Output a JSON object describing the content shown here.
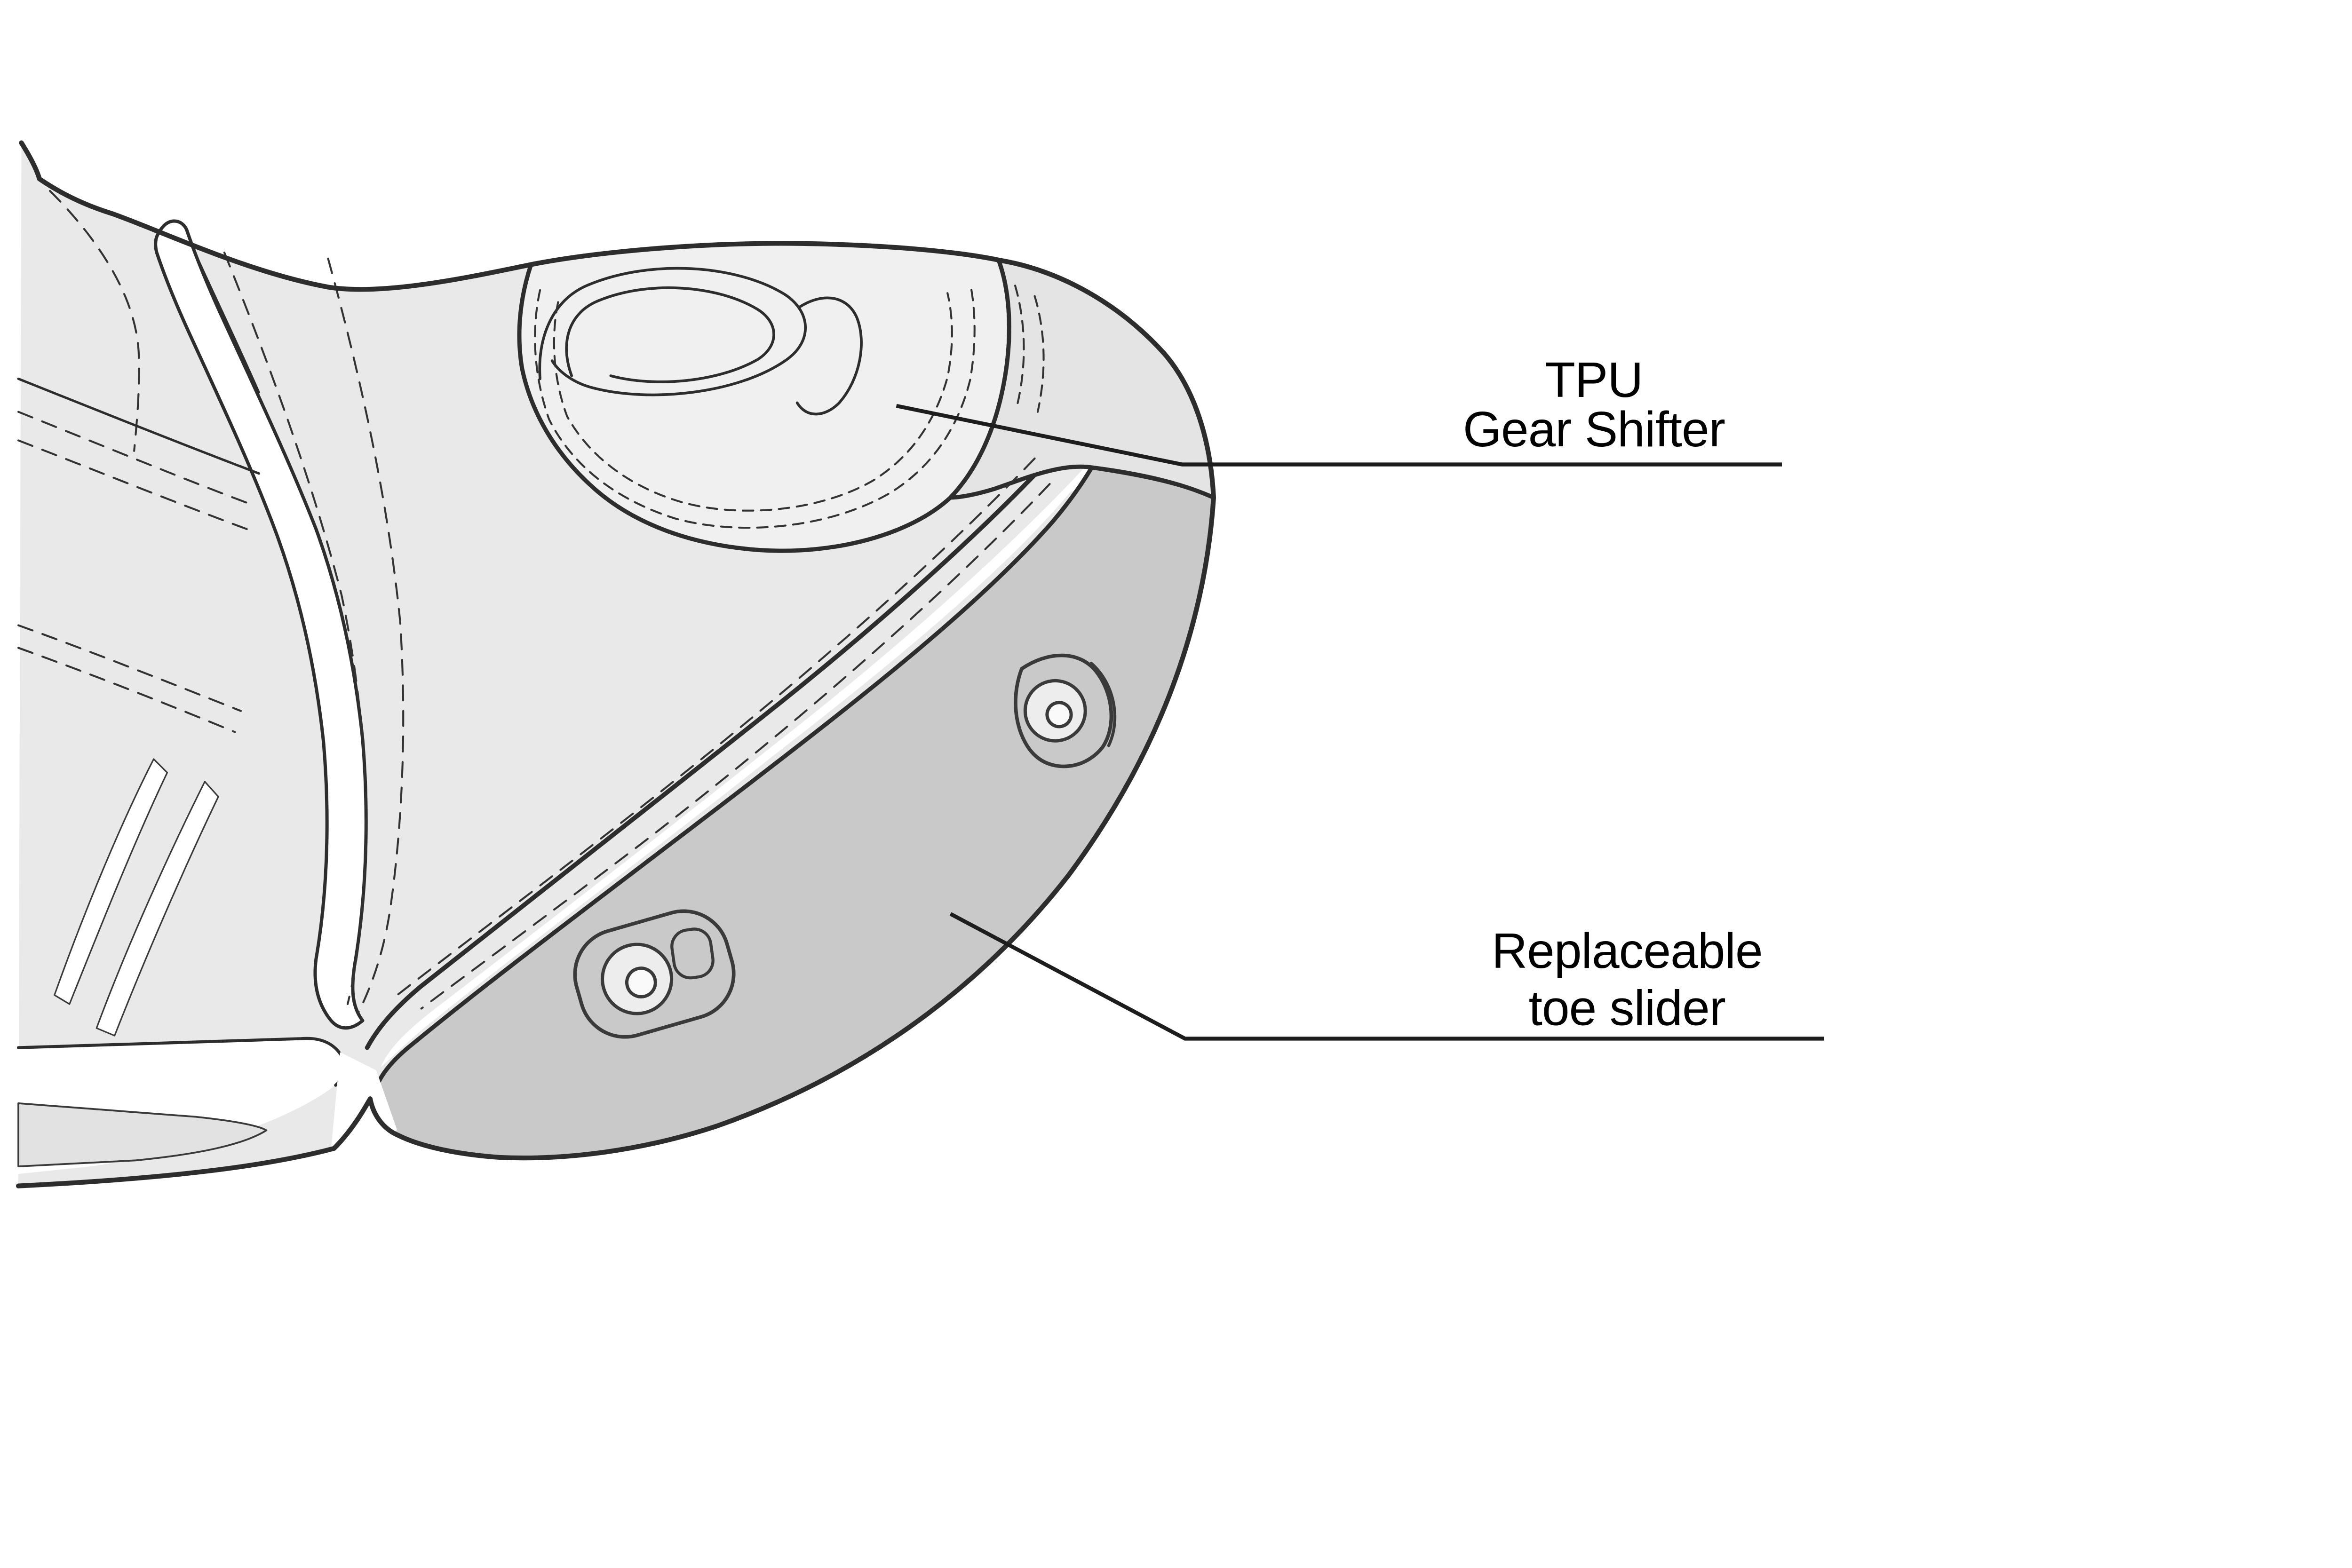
{
  "figure": {
    "kind": "boot-toe-technical-illustration",
    "background": "#ffffff",
    "colors": {
      "outline": "#2d2d2d",
      "detail_line": "#3a3a3a",
      "body_fill": "#e9e9e9",
      "pad_fill": "#f0f0f0",
      "cap_fill": "#e4e4e4",
      "slider_fill": "#c9c9c9",
      "wedge_fill": "#e2e2e2",
      "washer_fill": "#ededed",
      "hole_fill": "#fafafa",
      "white": "#ffffff",
      "label_text": "#000000",
      "leader_line": "#1d1d1d"
    },
    "annotations": [
      {
        "id": "tpu-gear-shifter",
        "line1": "TPU",
        "line2": "Gear Shifter"
      },
      {
        "id": "replaceable-toe-slider",
        "line1": "Replaceable",
        "line2": "toe slider"
      }
    ]
  }
}
